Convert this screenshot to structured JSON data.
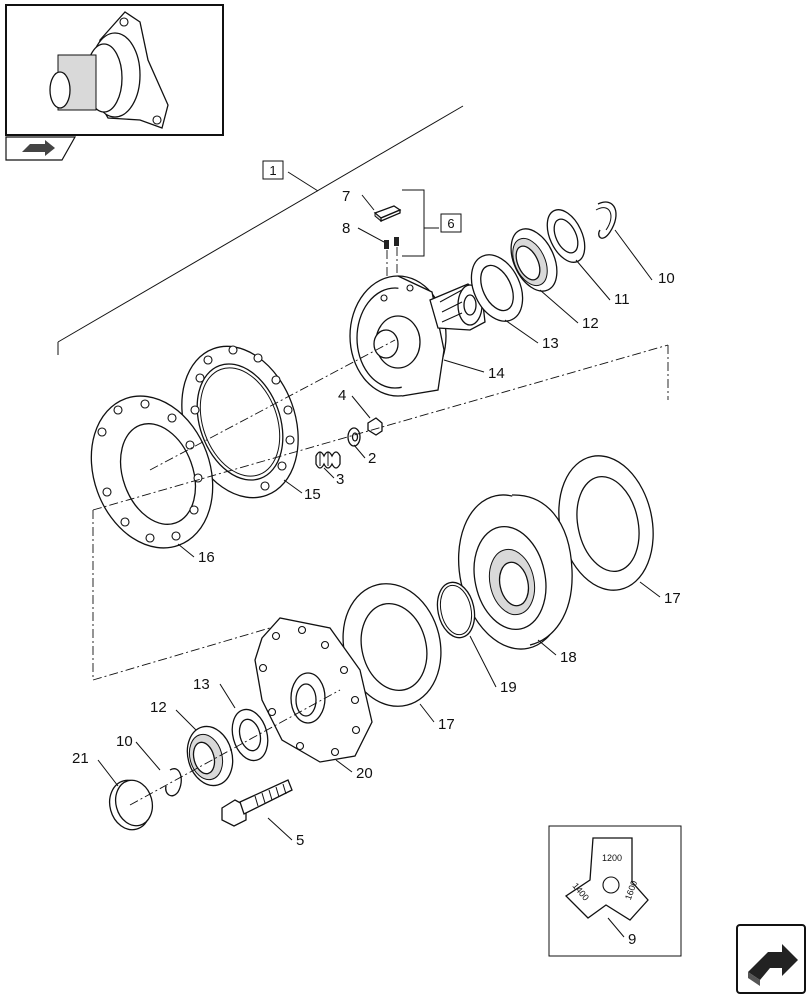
{
  "labels": {
    "assembly_ref": "1",
    "kit_ref": "6",
    "p2": "2",
    "p3": "3",
    "p4": "4",
    "p5": "5",
    "p7": "7",
    "p8": "8",
    "p9": "9",
    "p10_top": "10",
    "p10_bottom": "10",
    "p11": "11",
    "p12_top": "12",
    "p12_bottom": "12",
    "p13_top": "13",
    "p13_bottom": "13",
    "p14": "14",
    "p15": "15",
    "p16": "16",
    "p17_right": "17",
    "p17_mid": "17",
    "p18": "18",
    "p19": "19",
    "p20": "20",
    "p21": "21"
  },
  "torque_detail": {
    "top": "1200",
    "left": "1400",
    "right": "1600"
  },
  "icons": {
    "thumbnail": "drive-flange-thumbnail",
    "back_nav": "prev-page-arrow-icon",
    "next_nav": "next-page-arrow-icon"
  }
}
